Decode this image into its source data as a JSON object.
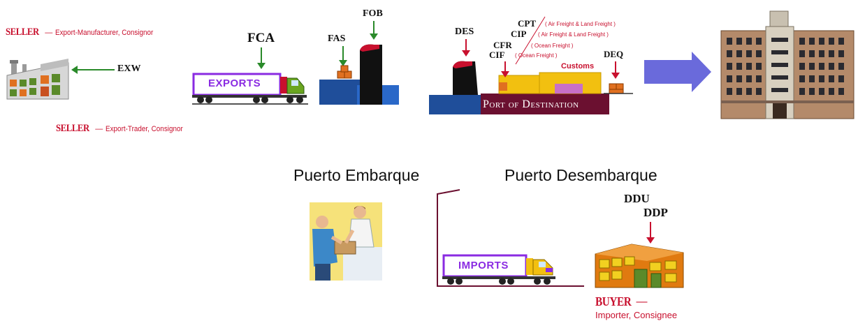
{
  "seller1": {
    "title": "SELLER",
    "dash": "—",
    "desc": "Export-Manufacturer, Consignor"
  },
  "seller2": {
    "title": "SELLER",
    "dash": "—",
    "desc": "Export-Trader, Consignor"
  },
  "terms": {
    "exw": "EXW",
    "fca": "FCA",
    "fas": "FAS",
    "fob": "FOB",
    "des": "DES",
    "cpt": "CPT",
    "cip": "CIP",
    "cfr": "CFR",
    "cif": "CIF",
    "deq": "DEQ",
    "ddu": "DDU",
    "ddp": "DDP"
  },
  "notes": {
    "cpt": "( Air Freight & Land Freight )",
    "cip": "( Air Freight & Land Freight )",
    "cfr": "( Ocean Freight )",
    "cif": "( Ocean Freight )"
  },
  "labels": {
    "exports": "EXPORTS",
    "imports": "IMPORTS",
    "customs": "Customs",
    "port": "Port of Destination"
  },
  "sections": {
    "embarque": "Puerto Embarque",
    "desembarque": "Puerto Desembarque"
  },
  "buyer": {
    "title": "BUYER",
    "dash": "—",
    "desc": "Importer, Consignee"
  },
  "colors": {
    "seller_red": "#c8102e",
    "arrow_green": "#2a8a2a",
    "port_maroon": "#6b1030",
    "big_arrow": "#6a6adb",
    "sea_blue": "#1f4e9a"
  }
}
